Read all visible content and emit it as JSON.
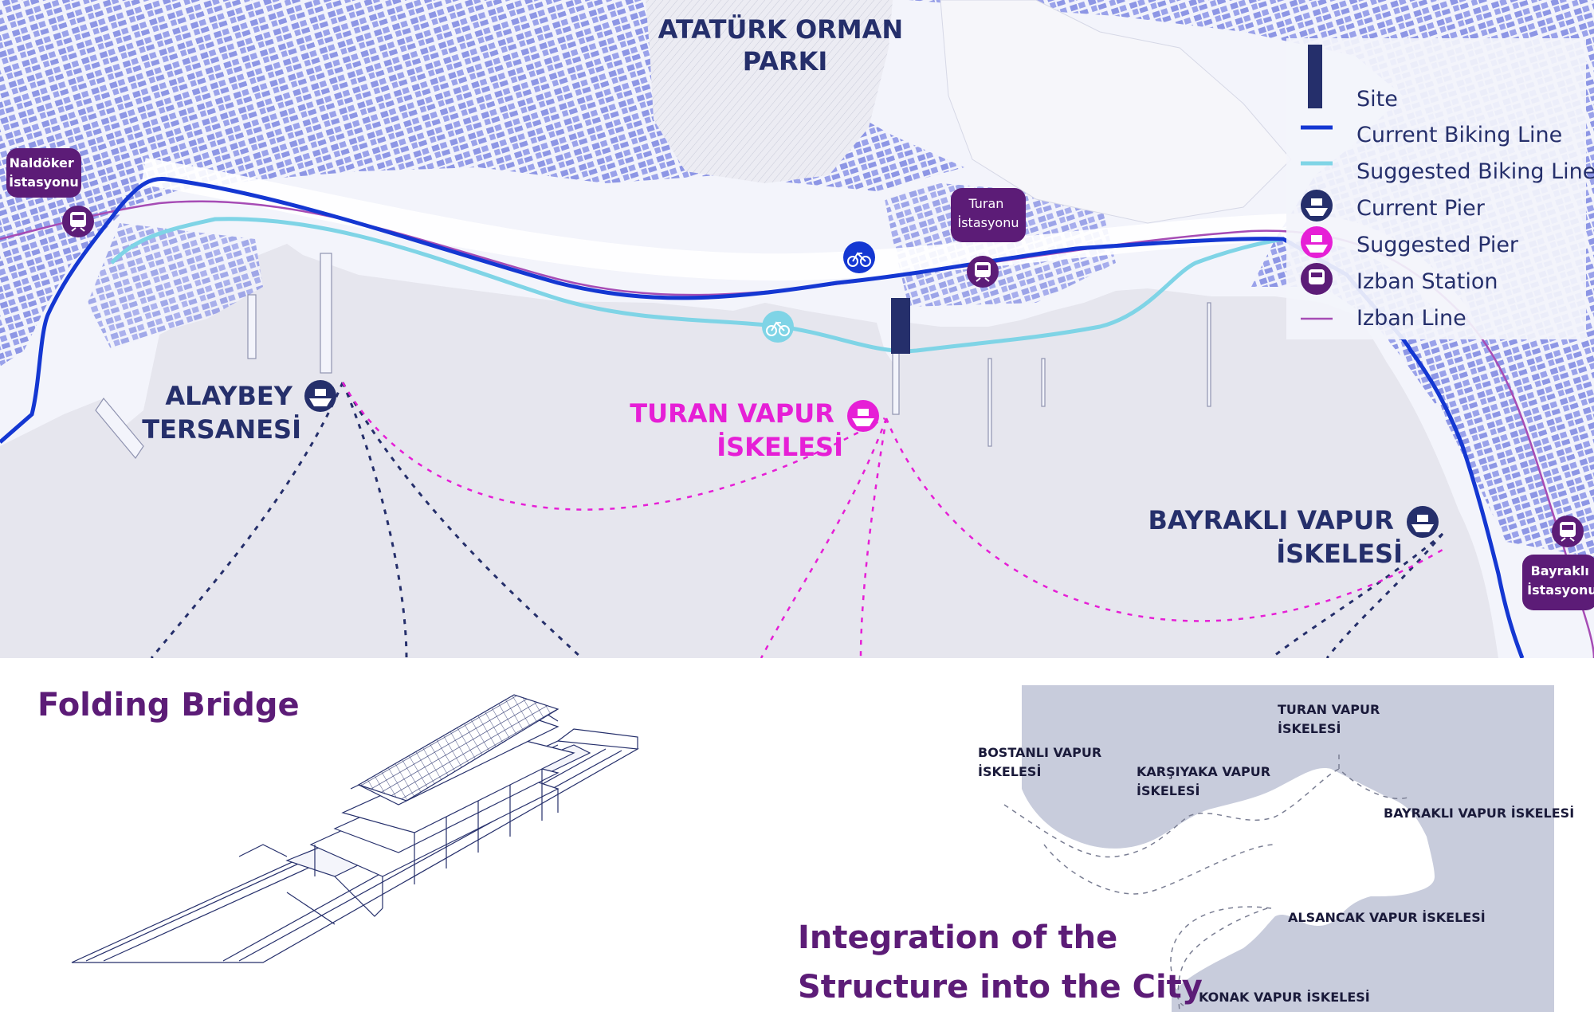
{
  "places": {
    "park": [
      "ATATÜRK ORMAN",
      "PARKI"
    ],
    "alaybey": [
      "ALAYBEY",
      "TERSANESİ"
    ],
    "turan_pier": [
      "TURAN VAPUR",
      "İSKELESİ"
    ],
    "bayrakli_pier": [
      "BAYRAKLI VAPUR",
      "İSKELESİ"
    ]
  },
  "stations": {
    "naldoker": [
      "Naldöker",
      "İstasyonu"
    ],
    "turan": [
      "Turan",
      "İstasyonu"
    ],
    "bayrakli": [
      "Bayraklı",
      "İstasyonu"
    ]
  },
  "legend": {
    "site": "Site",
    "current_biking_line": "Current Biking Line",
    "suggested_biking_line": "Suggested Biking Line",
    "current_pier": "Current Pier",
    "suggested_pier": "Suggested Pier",
    "izban_station": "Izban Station",
    "izban_line": "Izban Line"
  },
  "sections": {
    "folding_bridge": "Folding Bridge",
    "integration": [
      "Integration of the",
      "Structure into the City"
    ]
  },
  "city_map": {
    "piers": {
      "bostanli": [
        "BOSTANLI VAPUR",
        "İSKELESİ"
      ],
      "karsiyaka": [
        "KARŞIYAKA VAPUR",
        "İSKELESİ"
      ],
      "turan": [
        "TURAN VAPUR",
        "İSKELESİ"
      ],
      "bayrakli": "BAYRAKLI VAPUR İSKELESİ",
      "alsancak": "ALSANCAK VAPUR İSKELESİ",
      "konak": "KONAK VAPUR İSKELESİ"
    }
  },
  "colors": {
    "navy": "#252f6b",
    "magenta": "#e61fd6",
    "purple": "#5c1c77",
    "current_bike": "#1437d2",
    "suggested_bike": "#7fd4e6",
    "izban_line": "#a64cb5",
    "sea": "#e6e6ee",
    "land": "#f3f4fb",
    "buildings": "#8d96e5"
  }
}
